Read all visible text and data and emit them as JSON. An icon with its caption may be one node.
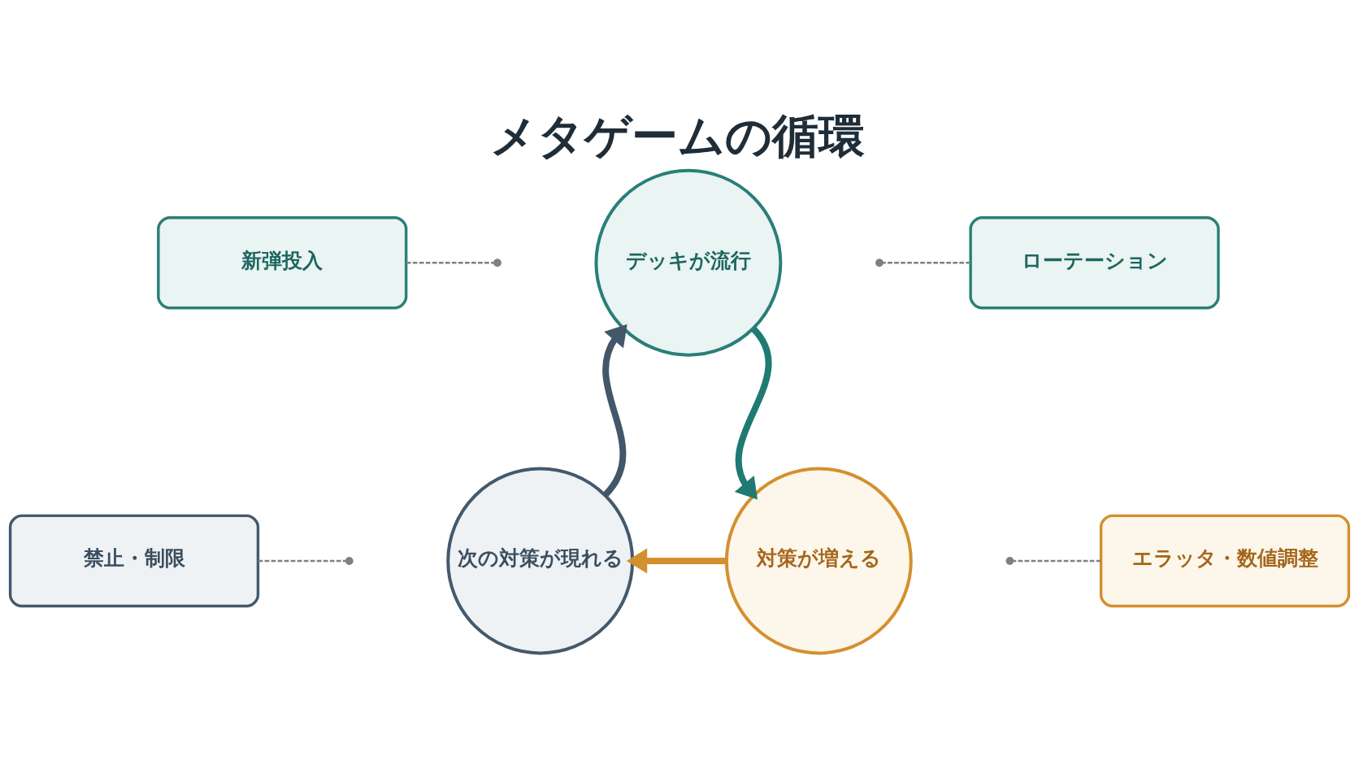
{
  "diagram": {
    "title": "メタゲームの循環",
    "nodes": [
      {
        "text": [
          "新弾投入"
        ]
      },
      {
        "text": [
          "デッキが流行"
        ]
      },
      {
        "text": [
          "ローテーション"
        ]
      },
      {
        "text": [
          "次の対策が現れる"
        ]
      },
      {
        "text": [
          "対策が増える"
        ]
      },
      {
        "text": [
          "禁止・制限"
        ]
      },
      {
        "text": [
          "エラッタ・数値調整"
        ]
      }
    ],
    "edges": [
      {
        "from": 1,
        "to": 4,
        "arrow": "to",
        "style": "thick",
        "color": "#1f7a73"
      },
      {
        "from": 4,
        "to": 3,
        "arrow": "to",
        "style": "thick",
        "color": "#d4902f"
      },
      {
        "from": 3,
        "to": 1,
        "arrow": "to",
        "style": "thick",
        "color": "#42576a"
      },
      {
        "from": 0,
        "to": null,
        "arrow": "other",
        "style": "dashed"
      },
      {
        "from": 2,
        "to": null,
        "arrow": "other",
        "style": "dashed"
      },
      {
        "from": 5,
        "to": null,
        "arrow": "other",
        "style": "dashed"
      },
      {
        "from": 6,
        "to": null,
        "arrow": "other",
        "style": "dashed"
      }
    ]
  }
}
